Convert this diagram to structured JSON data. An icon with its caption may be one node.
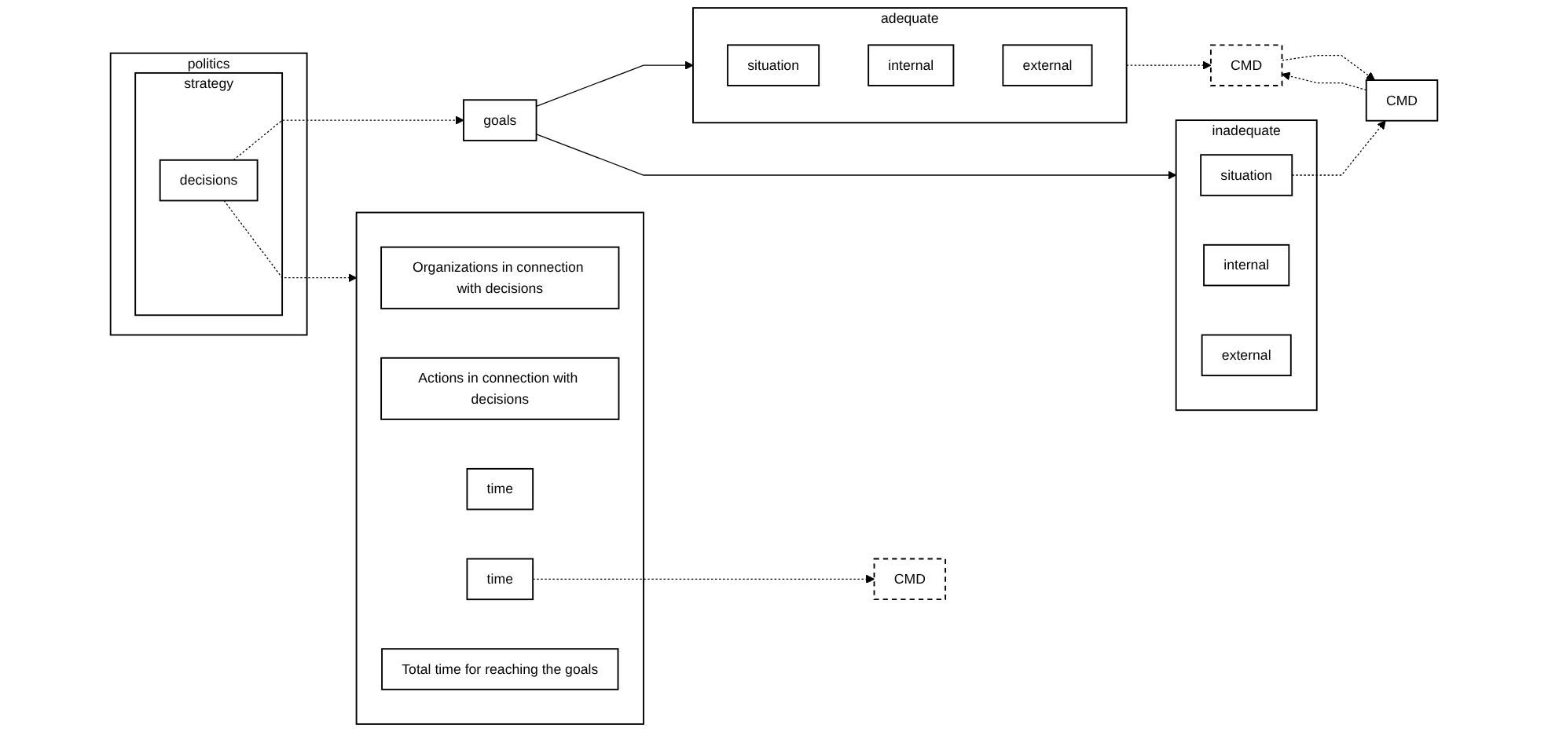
{
  "diagram": {
    "nodes": [
      {
        "text": [
          "politics"
        ]
      },
      {
        "text": [
          "strategy"
        ],
        "in": 0
      },
      {
        "text": [
          "decisions"
        ],
        "in": 1
      },
      {
        "text": [
          "goals"
        ]
      },
      {
        "text": [
          "adequate"
        ]
      },
      {
        "text": [
          "situation"
        ],
        "in": 4
      },
      {
        "text": [
          "internal"
        ],
        "in": 4
      },
      {
        "text": [
          "external"
        ],
        "in": 4
      },
      {
        "text": [
          "inadequate"
        ]
      },
      {
        "text": [
          "situation"
        ],
        "in": 8
      },
      {
        "text": [
          "internal"
        ],
        "in": 8
      },
      {
        "text": [
          "external"
        ],
        "in": 8
      },
      {
        "text": [
          "CMD"
        ]
      },
      {
        "text": [
          "CMD"
        ]
      },
      {
        "text": [],
        "shape": "box"
      },
      {
        "text": [
          "Organizations in connection with decisions"
        ],
        "in": 14
      },
      {
        "text": [
          "Actions in connection with decisions"
        ],
        "in": 14
      },
      {
        "text": [
          "time"
        ],
        "in": 14
      },
      {
        "text": [
          "time"
        ],
        "in": 14
      },
      {
        "text": [
          "Total time for reaching the goals"
        ],
        "in": 14
      },
      {
        "text": [
          "CMD"
        ]
      }
    ],
    "edges": [
      {
        "from": 2,
        "to": 3,
        "arrow": "to",
        "style": "dashed"
      },
      {
        "from": 2,
        "to": 14,
        "arrow": "to",
        "style": "dashed"
      },
      {
        "from": 3,
        "to": 4,
        "arrow": "to"
      },
      {
        "from": 3,
        "to": 8,
        "arrow": "to"
      },
      {
        "from": 4,
        "to": 12,
        "arrow": "to",
        "style": "dashed"
      },
      {
        "from": 12,
        "to": 13,
        "arrow": "to",
        "style": "dashed"
      },
      {
        "from": 13,
        "to": 12,
        "arrow": "to",
        "style": "dashed"
      },
      {
        "from": 9,
        "to": 13,
        "arrow": "to",
        "style": "dashed"
      },
      {
        "from": 18,
        "to": 20,
        "arrow": "to",
        "style": "dashed"
      }
    ]
  }
}
